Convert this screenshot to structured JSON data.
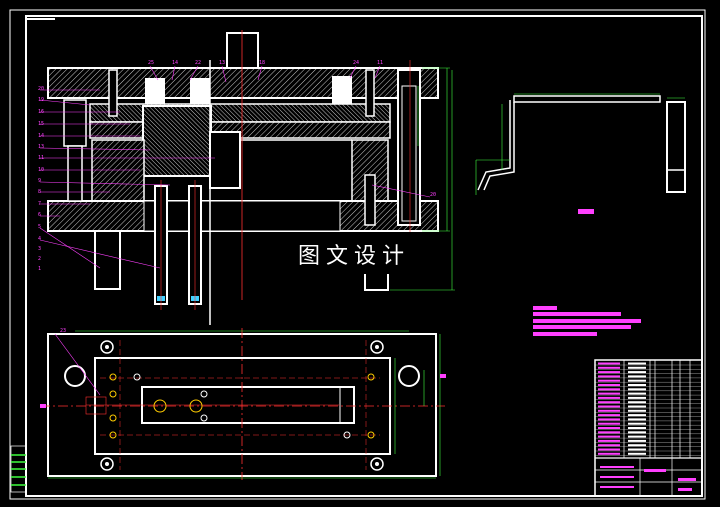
{
  "drawing": {
    "watermark": "图文设计",
    "colors": {
      "background": "#000000",
      "outline": "#ffffff",
      "centerline": "#ff3030",
      "leader": "#ff40ff",
      "dimension": "#40ff40",
      "hole_marker": "#ffcc00"
    },
    "top_callouts": [
      "25",
      "14",
      "22",
      "13",
      "18",
      "24",
      "11"
    ],
    "left_callouts": [
      "20",
      "19",
      "16",
      "15",
      "14",
      "13",
      "11",
      "10",
      "9",
      "8",
      "7",
      "6",
      "5",
      "4",
      "3",
      "2",
      "1"
    ],
    "right_callout": "20",
    "plan_callout": "23"
  }
}
